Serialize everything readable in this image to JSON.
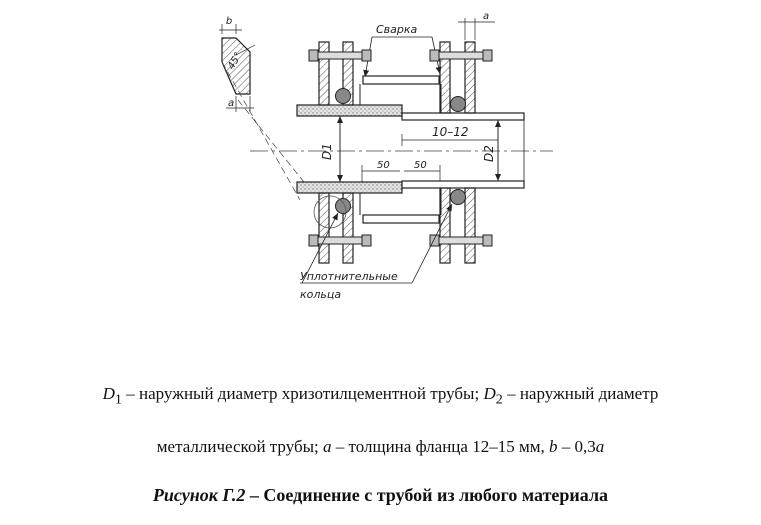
{
  "figure": {
    "weld_label": "Сварка",
    "seal_label_line1": "Уплотнительные",
    "seal_label_line2": "кольца",
    "dim_a": "a",
    "dim_b": "b",
    "dim_angle": "45°",
    "dim_gap": "10–12",
    "dim_d1": "D1",
    "dim_d2": "D2",
    "dim_50_left": "50",
    "dim_50_right": "50"
  },
  "caption": {
    "d1_symbol": "D",
    "d1_sub": "1",
    "d1_text": " – наружный диаметр хризотилцементной трубы; ",
    "d2_symbol": "D",
    "d2_sub": "2",
    "d2_text": " – наружный диаметр",
    "line2_prefix": "металлической трубы; ",
    "a_symbol": "a",
    "a_text": " – толщина фланца 12–15 мм, ",
    "b_symbol": "b",
    "b_text": " – 0,3",
    "b_symbol_a": "a",
    "figure_number": "Рисунок Г.2",
    "figure_title": " – Соединение с трубой из любого материала"
  }
}
